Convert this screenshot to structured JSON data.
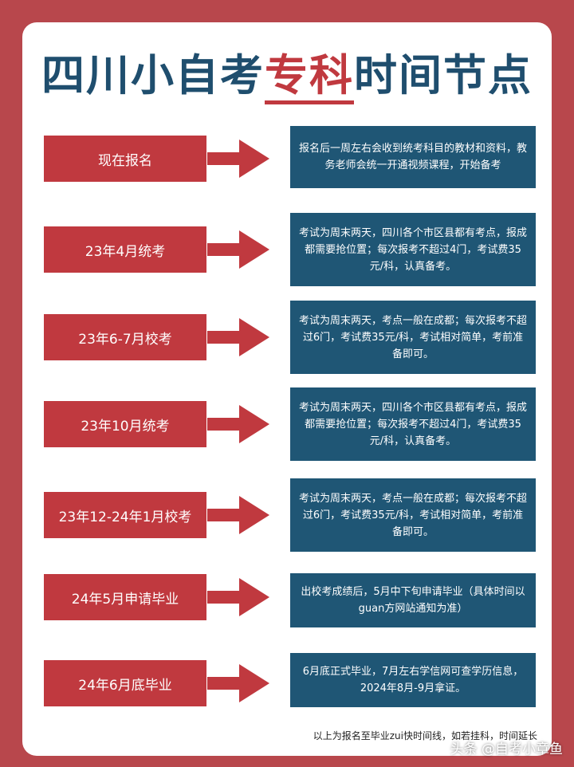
{
  "title": {
    "part1": "四川小自考",
    "highlight": "专科",
    "part2": "时间节点"
  },
  "colors": {
    "accent_red": "#c0393f",
    "navy": "#1f5675",
    "title_blue": "#1f4e6e",
    "background": "#b8474c"
  },
  "steps": [
    {
      "label": "现在报名",
      "desc": "报名后一周左右会收到统考科目的教材和资料，教务老师会统一开通视频课程，开始备考"
    },
    {
      "label": "23年4月统考",
      "desc": "考试为周末两天，四川各个市区县都有考点，报成都需要抢位置；每次报考不超过4门，考试费35元/科，认真备考。"
    },
    {
      "label": "23年6-7月校考",
      "desc": "考试为周末两天，考点一般在成都；每次报考不超过6门，考试费35元/科，考试相对简单，考前准备即可。"
    },
    {
      "label": "23年10月统考",
      "desc": "考试为周末两天，四川各个市区县都有考点，报成都需要抢位置；每次报考不超过4门，考试费35元/科，认真备考。"
    },
    {
      "label": "23年12-24年1月校考",
      "desc": "考试为周末两天，考点一般在成都；每次报考不超过6门，考试费35元/科，考试相对简单，考前准备即可。"
    },
    {
      "label": "24年5月申请毕业",
      "desc": "出校考成绩后，5月中下旬申请毕业（具体时间以guan方网站通知为准）"
    },
    {
      "label": "24年6月底毕业",
      "desc": "6月底正式毕业，7月左右学信网可查学历信息，2024年8月-9月拿证。"
    }
  ],
  "footnote": "以上为报名至毕业zui快时间线，如若挂科，时间延长",
  "watermark": "头条 @自考小章鱼",
  "icons": {
    "arrow": "arrow-right-icon"
  }
}
